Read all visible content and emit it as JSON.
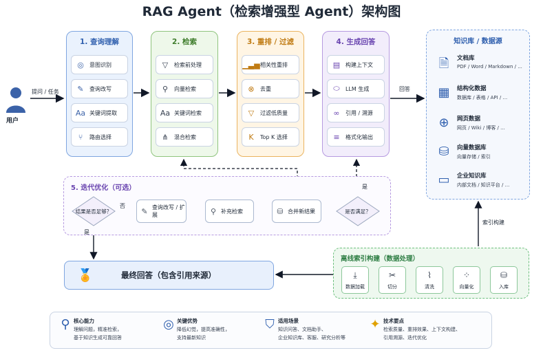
{
  "title": "RAG Agent（检索增强型 Agent）架构图",
  "user": {
    "label": "用户",
    "edge_label": "提问 / 任务"
  },
  "stages": [
    {
      "title": "1. 查询理解",
      "items": [
        {
          "icon": "target-icon",
          "label": "意图识别"
        },
        {
          "icon": "edit-icon",
          "label": "查询改写"
        },
        {
          "icon": "text-icon",
          "label": "关键词提取"
        },
        {
          "icon": "route-icon",
          "label": "路由选择"
        }
      ]
    },
    {
      "title": "2. 检索",
      "items": [
        {
          "icon": "filter-icon",
          "label": "检索前处理"
        },
        {
          "icon": "search-icon",
          "label": "向量检索"
        },
        {
          "icon": "text-icon",
          "label": "关键词检索"
        },
        {
          "icon": "network-icon",
          "label": "混合检索"
        }
      ]
    },
    {
      "title": "3. 重排 / 过滤",
      "items": [
        {
          "icon": "bar-chart-icon",
          "label": "相关性重排"
        },
        {
          "icon": "dedupe-icon",
          "label": "去重"
        },
        {
          "icon": "filter-icon",
          "label": "过滤低质量"
        },
        {
          "icon": "topk-icon",
          "label": "Top K 选择"
        }
      ]
    },
    {
      "title": "4. 生成回答",
      "items": [
        {
          "icon": "document-icon",
          "label": "构建上下文"
        },
        {
          "icon": "llm-icon",
          "label": "LLM 生成"
        },
        {
          "icon": "link-icon",
          "label": "引用 / 溯源"
        },
        {
          "icon": "list-icon",
          "label": "格式化输出"
        }
      ]
    }
  ],
  "answer_edge_label": "回答",
  "knowledge": {
    "title": "知识库 / 数据源",
    "items": [
      {
        "icon": "file-icon",
        "name": "文档库",
        "desc": "PDF / Word / Markdown / ..."
      },
      {
        "icon": "table-icon",
        "name": "结构化数据",
        "desc": "数据库 / 表格 / API / ..."
      },
      {
        "icon": "globe-icon",
        "name": "网页数据",
        "desc": "网页 / Wiki / 博客 / ..."
      },
      {
        "icon": "database-icon",
        "name": "向量数据库",
        "desc": "向量存储 / 索引"
      },
      {
        "icon": "folder-icon",
        "name": "企业知识库",
        "desc": "内部文档 / 知识平台 / ..."
      }
    ]
  },
  "iteration": {
    "title": "5. 迭代优化（可选）",
    "decision_left": "结果是否足够？",
    "no_label": "否",
    "yes_label_left": "是",
    "steps": [
      {
        "icon": "edit-icon",
        "label": "查询改写 / 扩展"
      },
      {
        "icon": "search-icon",
        "label": "补充检索"
      },
      {
        "icon": "database-icon",
        "label": "合并新结果"
      }
    ],
    "decision_right": "是否满足？",
    "yes_label_right": "是"
  },
  "final_answer": "最终回答（包含引用来源）",
  "index_edge_label": "索引构建",
  "offline": {
    "title": "离线索引构建（数据处理）",
    "steps": [
      {
        "icon": "download-icon",
        "label": "数据加载"
      },
      {
        "icon": "scissors-icon",
        "label": "切分"
      },
      {
        "icon": "broom-icon",
        "label": "清洗"
      },
      {
        "icon": "dots-icon",
        "label": "向量化"
      },
      {
        "icon": "database-icon",
        "label": "入库"
      }
    ]
  },
  "footer": [
    {
      "icon": "search-icon",
      "title": "核心能力",
      "lines": [
        "理解问题，精准检索，",
        "基于知识生成可靠回答"
      ]
    },
    {
      "icon": "target-icon",
      "title": "关键优势",
      "lines": [
        "降低幻觉，提高准确性，",
        "支持最新知识"
      ]
    },
    {
      "icon": "shield-icon",
      "title": "适用场景",
      "lines": [
        "知识问答、文档助手、",
        "企业知识库、客服、研究分析等"
      ]
    },
    {
      "icon": "bulb-icon",
      "title": "技术要点",
      "lines": [
        "检索质量、重排效果、上下文构建、",
        "引用溯源、迭代优化"
      ]
    }
  ]
}
